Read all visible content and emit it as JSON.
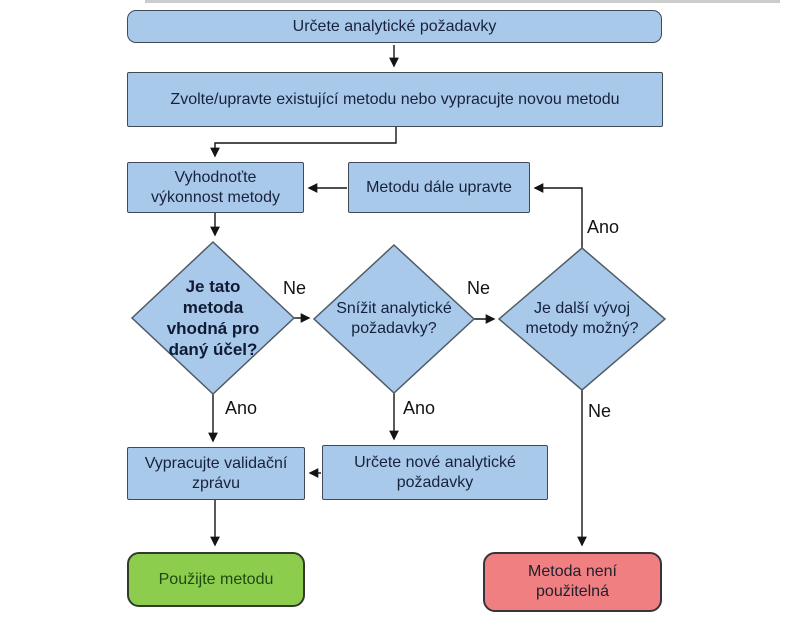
{
  "figure": {
    "type": "flowchart",
    "language": "cs",
    "background": "#ffffff"
  },
  "colors": {
    "shape_fill_blue": "#a9c9ea",
    "shape_border_dark": "#3e4a56",
    "diamond_border": "#4f5b66",
    "shape_text_dark": "#18223d",
    "success_fill_green": "#8ccd4e",
    "success_text": "#1d4a10",
    "fail_fill_pink": "#f07f81",
    "fail_text": "#1f1f2e",
    "connector_black": "#141414"
  },
  "nodes": {
    "define_requirements": {
      "label": "Určete analytické požadavky",
      "shape": "rounded-rect"
    },
    "select_method": {
      "label": "Zvolte/upravte existující metodu nebo vypracujte novou metodu",
      "shape": "rect"
    },
    "evaluate_performance": {
      "label": "Vyhodnoťte\nvýkonnost metody",
      "shape": "rect"
    },
    "improve_method": {
      "label": "Metodu dále upravte",
      "shape": "rect"
    },
    "method_suitable": {
      "label": "Je tato\nmetoda\nvhodná pro\ndaný účel?",
      "shape": "diamond",
      "emphasis": "bold"
    },
    "reduce_requirements": {
      "label": "Snížit analytické\npožadavky?",
      "shape": "diamond"
    },
    "further_development": {
      "label": "Je další vývoj\nmetody možný?",
      "shape": "diamond"
    },
    "validation_report": {
      "label": "Vypracujte validační\nzprávu",
      "shape": "rect"
    },
    "new_requirements": {
      "label": "Určete nové analytické\npožadavky",
      "shape": "rect"
    },
    "use_method": {
      "label": "Použijte metodu",
      "shape": "rounded-rect-success"
    },
    "method_not_usable": {
      "label": "Metoda není\npoužitelná",
      "shape": "rounded-rect-fail"
    }
  },
  "edge_labels": {
    "suitable_no": "Ne",
    "suitable_yes": "Ano",
    "reduce_no": "Ne",
    "reduce_yes": "Ano",
    "development_yes": "Ano",
    "development_no": "Ne"
  }
}
